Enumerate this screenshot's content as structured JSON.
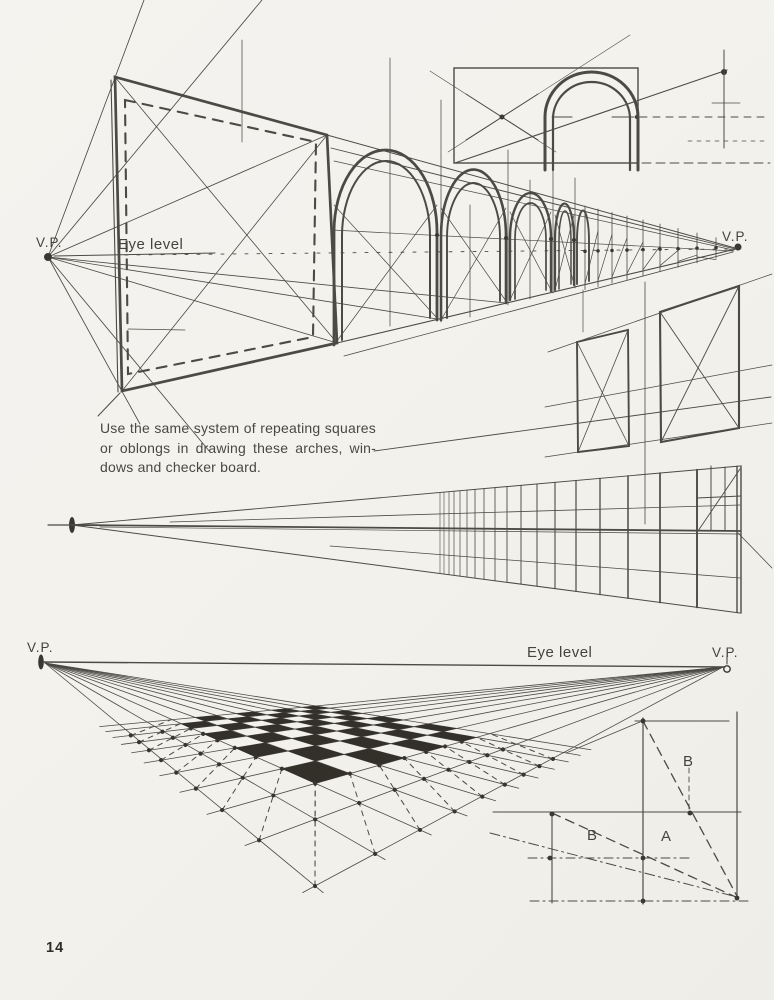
{
  "page": {
    "number": "14"
  },
  "arches_diagram": {
    "vp_left": "V.P.",
    "eye_level": "Eye level",
    "vp_right": "V.P."
  },
  "caption": {
    "line1": "Use the same system of repeating squares",
    "line2": "or oblongs in drawing these arches, win-",
    "line3": "dows and checker board."
  },
  "checkerboard_diagram": {
    "vp_left": "V.P.",
    "eye_level": "Eye level",
    "vp_right": "V.P."
  },
  "division_diagram": {
    "label_b_top": "B",
    "label_b_left": "B",
    "label_a": "A"
  },
  "colors": {
    "paper": "#f4f2ed",
    "ink": "#46443f",
    "checker_black": "#323029"
  }
}
